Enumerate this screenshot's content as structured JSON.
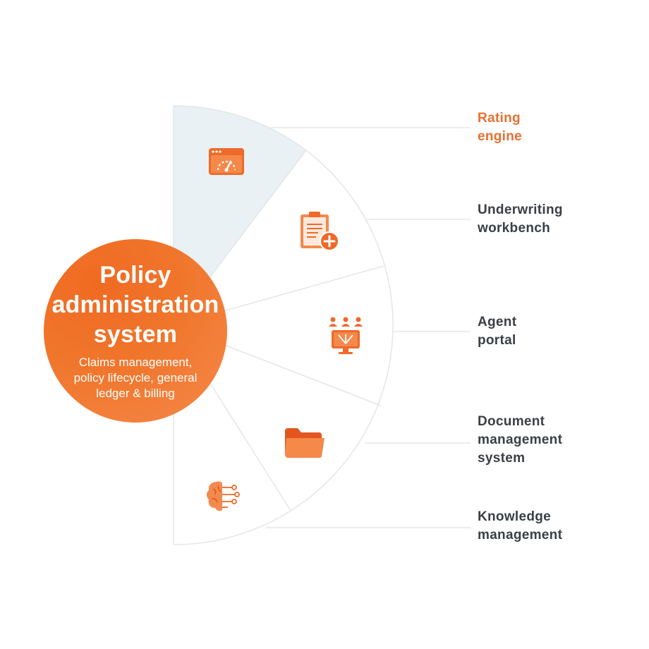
{
  "hub": {
    "title_lines": [
      "Policy",
      "administration",
      "system"
    ],
    "subtitle_lines": [
      "Claims management,",
      "policy lifecycle, general",
      "ledger & billing"
    ]
  },
  "modules": [
    {
      "label_lines": [
        "Rating",
        "engine"
      ],
      "icon": "speedometer-icon",
      "active": true
    },
    {
      "label_lines": [
        "Underwriting",
        "workbench"
      ],
      "icon": "clipboard-plus-icon",
      "active": false
    },
    {
      "label_lines": [
        "Agent",
        "portal"
      ],
      "icon": "agents-monitor-icon",
      "active": false
    },
    {
      "label_lines": [
        "Document",
        "management",
        "system"
      ],
      "icon": "folder-icon",
      "active": false
    },
    {
      "label_lines": [
        "Knowledge",
        "management"
      ],
      "icon": "brain-circuit-icon",
      "active": false
    }
  ],
  "colors": {
    "accent": "#e8702f",
    "hub": "#f07a30",
    "active_sector": "#e9f1f4",
    "text": "#3a3f44",
    "lines": "#e3e6e8"
  }
}
